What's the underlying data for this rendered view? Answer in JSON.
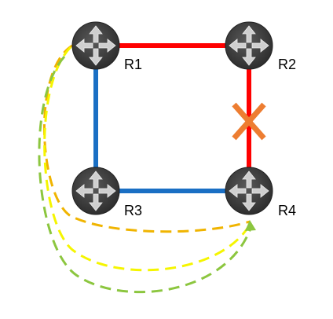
{
  "routers": [
    {
      "id": "r1",
      "label": "R1"
    },
    {
      "id": "r2",
      "label": "R2"
    },
    {
      "id": "r3",
      "label": "R3"
    },
    {
      "id": "r4",
      "label": "R4"
    }
  ],
  "links": [
    {
      "from": "R1",
      "to": "R2",
      "color": "#ff0000",
      "status": "up"
    },
    {
      "from": "R2",
      "to": "R4",
      "color": "#ff0000",
      "status": "failed"
    },
    {
      "from": "R1",
      "to": "R3",
      "color": "#1a6fc4",
      "status": "up"
    },
    {
      "from": "R3",
      "to": "R4",
      "color": "#1a6fc4",
      "status": "up"
    }
  ],
  "failure_marker": {
    "icon": "x-mark-icon",
    "color": "#ed7d31"
  },
  "paths": [
    {
      "color": "#f0b400",
      "style": "dashed"
    },
    {
      "color": "#f5f500",
      "style": "dashed"
    },
    {
      "color": "#8cc63f",
      "style": "dashed"
    }
  ],
  "router_icon": {
    "name": "router-icon",
    "fill": "#3a3a3a",
    "arrow_color": "#d0d0d0"
  }
}
